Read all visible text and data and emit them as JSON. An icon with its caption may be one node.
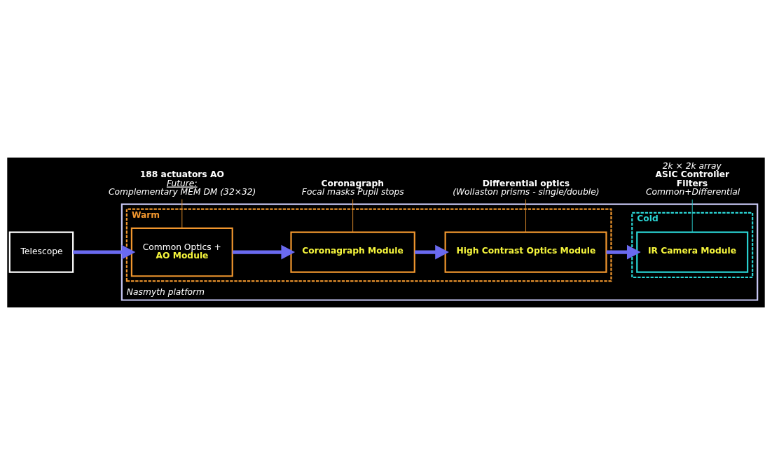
{
  "diagram": {
    "nodes": [
      {
        "text": [
          "Telescope"
        ]
      },
      {
        "text": [
          "Nasmyth platform"
        ]
      },
      {
        "text": [
          "Warm"
        ],
        "in": 1
      },
      {
        "text": [
          "Common Optics +",
          "AO Module"
        ],
        "in": 2
      },
      {
        "text": [
          "Coronagraph Module"
        ],
        "in": 2
      },
      {
        "text": [
          "High Contrast Optics Module"
        ],
        "in": 2
      },
      {
        "text": [
          "Cold"
        ],
        "in": 1
      },
      {
        "text": [
          "IR Camera Module"
        ],
        "in": 6
      },
      {
        "text": [
          "188 actuators AO",
          "Future:",
          "Complementary MEM DM (32×32)"
        ]
      },
      {
        "text": [
          "Coronagraph",
          "Focal masks Pupil stops"
        ]
      },
      {
        "text": [
          "Differential optics",
          "(Wollaston prisms - single/double)"
        ]
      },
      {
        "text": [
          "2k × 2k array",
          "ASIC Controller",
          "Filters",
          "Common+Differential"
        ]
      }
    ],
    "edges": [
      {
        "from": 0,
        "to": 3,
        "arrow": "to",
        "style": "thick",
        "color": "#6a6af0"
      },
      {
        "from": 3,
        "to": 4,
        "arrow": "to",
        "style": "thick",
        "color": "#6a6af0"
      },
      {
        "from": 4,
        "to": 5,
        "arrow": "to",
        "style": "thick",
        "color": "#6a6af0"
      },
      {
        "from": 5,
        "to": 7,
        "arrow": "to",
        "style": "thick",
        "color": "#6a6af0"
      },
      {
        "from": 8,
        "to": 3,
        "arrow": "none",
        "color": "#f0962e"
      },
      {
        "from": 9,
        "to": 4,
        "arrow": "none",
        "color": "#f0962e"
      },
      {
        "from": 10,
        "to": 5,
        "arrow": "none",
        "color": "#f0962e"
      },
      {
        "from": 11,
        "to": 7,
        "arrow": "none",
        "color": "#2ad4d4"
      }
    ]
  }
}
